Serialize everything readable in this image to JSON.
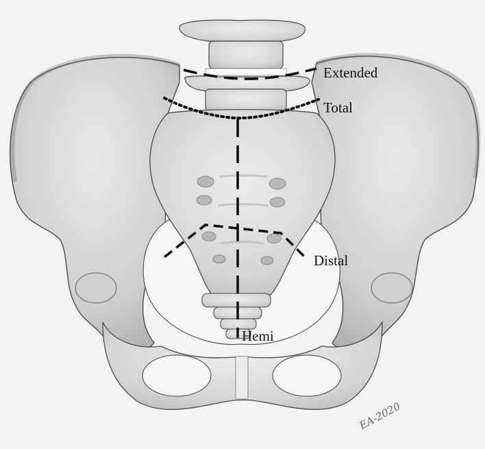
{
  "labels": {
    "extended": "Extended",
    "total": "Total",
    "distal": "Distal",
    "hemi": "Hemi"
  },
  "signature": "EA-2020",
  "colors": {
    "paper": "#f4f4f4",
    "bone": "#dcdcdc",
    "bone_shadow": "#b9b9b9",
    "outline": "#4a4a4a",
    "cut_line": "#0a0a0a"
  }
}
